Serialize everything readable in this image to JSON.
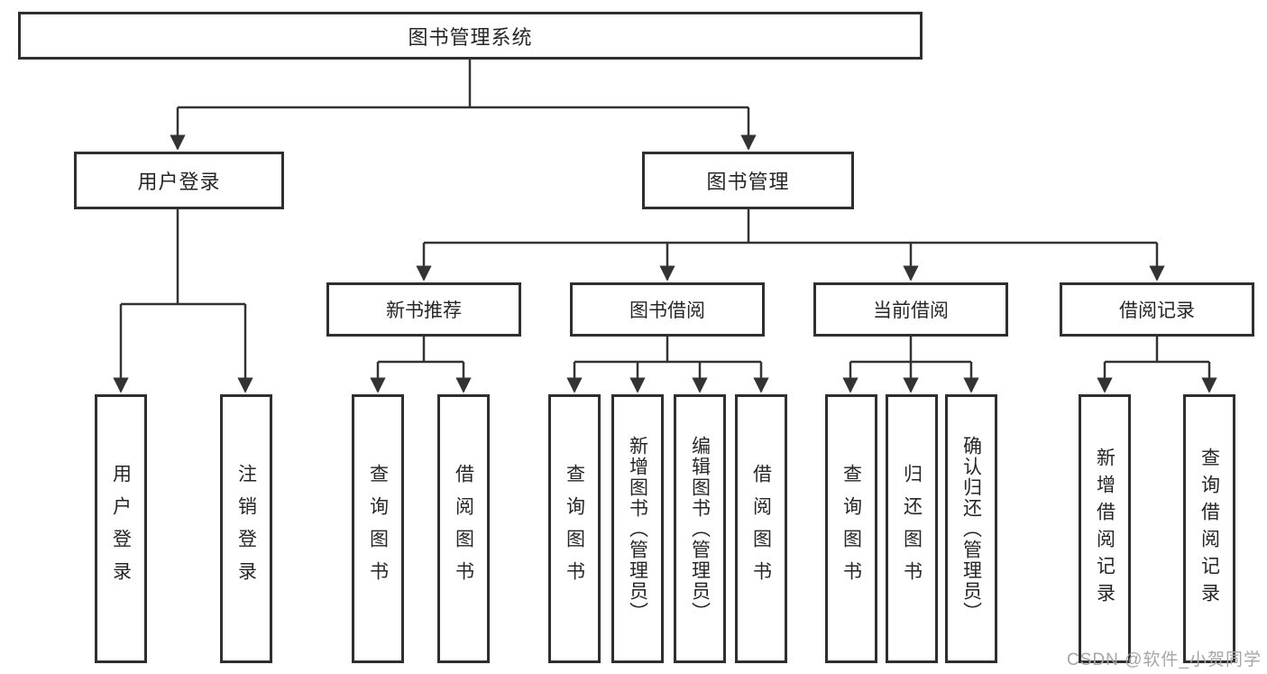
{
  "diagram_title": "图书管理系统",
  "colors": {
    "line": "#333333",
    "border": "#2f2f2f",
    "text": "#262626",
    "watermark": "#a6a6a6",
    "bg": "#ffffff"
  },
  "tree": {
    "root": {
      "label": "图书管理系统"
    },
    "children": [
      {
        "label": "用户登录",
        "children": [
          {
            "label": "用户登录"
          },
          {
            "label": "注销登录"
          }
        ]
      },
      {
        "label": "图书管理",
        "children": [
          {
            "label": "新书推荐",
            "children": [
              {
                "label": "查询图书"
              },
              {
                "label": "借阅图书"
              }
            ]
          },
          {
            "label": "图书借阅",
            "children": [
              {
                "label": "查询图书"
              },
              {
                "label": "新增图书（管理员）"
              },
              {
                "label": "编辑图书（管理员）"
              },
              {
                "label": "借阅图书"
              }
            ]
          },
          {
            "label": "当前借阅",
            "children": [
              {
                "label": "查询图书"
              },
              {
                "label": "归还图书"
              },
              {
                "label": "确认归还（管理员）"
              }
            ]
          },
          {
            "label": "借阅记录",
            "children": [
              {
                "label": "新增借阅记录"
              },
              {
                "label": "查询借阅记录"
              }
            ]
          }
        ]
      }
    ]
  },
  "watermark": "CSDN @软件_小贺同学"
}
